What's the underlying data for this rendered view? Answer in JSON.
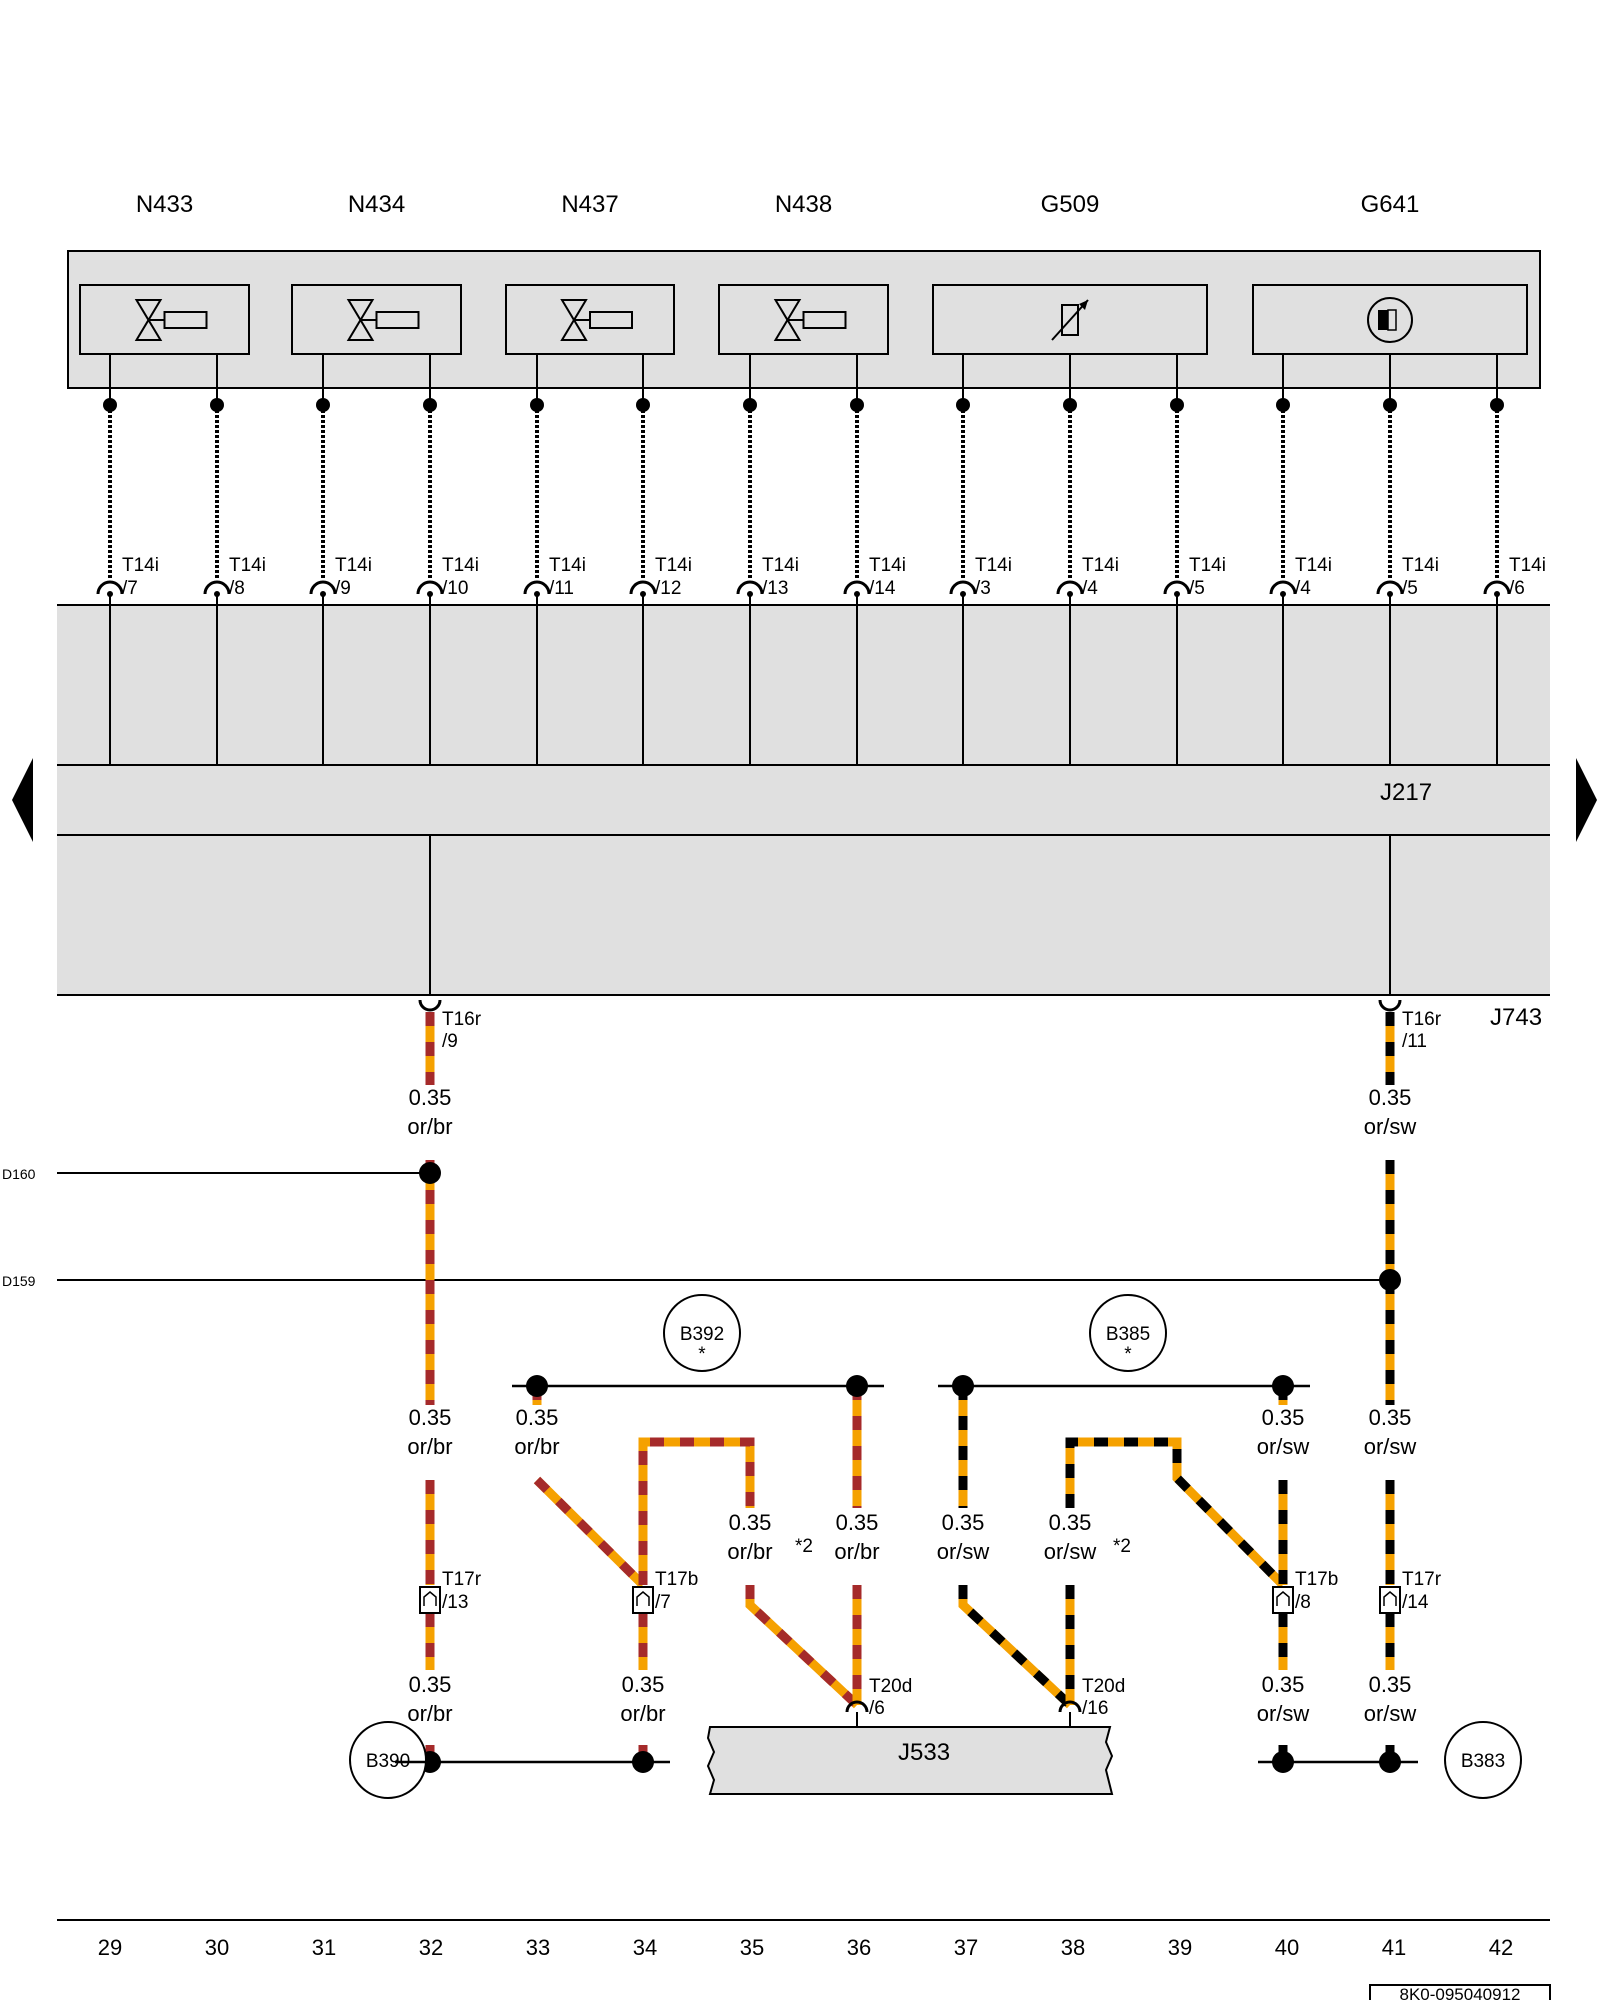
{
  "components_top": [
    {
      "label": "N433",
      "symbol": "valve"
    },
    {
      "label": "N434",
      "symbol": "valve"
    },
    {
      "label": "N437",
      "symbol": "valve"
    },
    {
      "label": "N438",
      "symbol": "valve"
    },
    {
      "label": "G509",
      "symbol": "variable-resistor"
    },
    {
      "label": "G641",
      "symbol": "sensor"
    }
  ],
  "connector_pins": [
    {
      "conn": "T14i",
      "pin": "/7"
    },
    {
      "conn": "T14i",
      "pin": "/8"
    },
    {
      "conn": "T14i",
      "pin": "/9"
    },
    {
      "conn": "T14i",
      "pin": "/10"
    },
    {
      "conn": "T14i",
      "pin": "/11"
    },
    {
      "conn": "T14i",
      "pin": "/12"
    },
    {
      "conn": "T14i",
      "pin": "/13"
    },
    {
      "conn": "T14i",
      "pin": "/14"
    },
    {
      "conn": "T14i",
      "pin": "/3"
    },
    {
      "conn": "T14i",
      "pin": "/4"
    },
    {
      "conn": "T14i",
      "pin": "/5"
    },
    {
      "conn": "T14i",
      "pin": "/4"
    },
    {
      "conn": "T14i",
      "pin": "/5"
    },
    {
      "conn": "T14i",
      "pin": "/6"
    }
  ],
  "modules": {
    "j217": "J217",
    "j743": "J743",
    "j533": "J533"
  },
  "j743_pins": [
    {
      "conn": "T16r",
      "pin": "/9"
    },
    {
      "conn": "T16r",
      "pin": "/11"
    }
  ],
  "side_refs": [
    "D160",
    "D159"
  ],
  "connectors_mid": [
    {
      "conn": "T17r",
      "pin": "/13"
    },
    {
      "conn": "T17b",
      "pin": "/7"
    },
    {
      "conn": "T17b",
      "pin": "/8"
    },
    {
      "conn": "T17r",
      "pin": "/14"
    }
  ],
  "j533_pins": [
    {
      "conn": "T20d",
      "pin": "/6"
    },
    {
      "conn": "T20d",
      "pin": "/16"
    }
  ],
  "splices": [
    "B392",
    "B385",
    "B390",
    "B383"
  ],
  "splice_marks": [
    "*",
    "*"
  ],
  "footnote_marks": [
    "*2",
    "*2"
  ],
  "wire_labels": [
    {
      "size": "0.35",
      "color": "or/br"
    },
    {
      "size": "0.35",
      "color": "or/sw"
    },
    {
      "size": "0.35",
      "color": "or/br"
    },
    {
      "size": "0.35",
      "color": "or/br"
    },
    {
      "size": "0.35",
      "color": "or/sw"
    },
    {
      "size": "0.35",
      "color": "or/sw"
    },
    {
      "size": "0.35",
      "color": "or/br"
    },
    {
      "size": "0.35",
      "color": "or/br"
    },
    {
      "size": "0.35",
      "color": "or/sw"
    },
    {
      "size": "0.35",
      "color": "or/sw"
    },
    {
      "size": "0.35",
      "color": "or/br"
    },
    {
      "size": "0.35",
      "color": "or/br"
    },
    {
      "size": "0.35",
      "color": "or/sw"
    },
    {
      "size": "0.35",
      "color": "or/sw"
    }
  ],
  "column_numbers": [
    "29",
    "30",
    "31",
    "32",
    "33",
    "34",
    "35",
    "36",
    "37",
    "38",
    "39",
    "40",
    "41",
    "42"
  ],
  "doc_id": "8K0-095040912",
  "colors": {
    "orange": "#f5a100",
    "brown": "#a52a2a",
    "black": "#000000",
    "module_fill": "#e0e0e0"
  }
}
